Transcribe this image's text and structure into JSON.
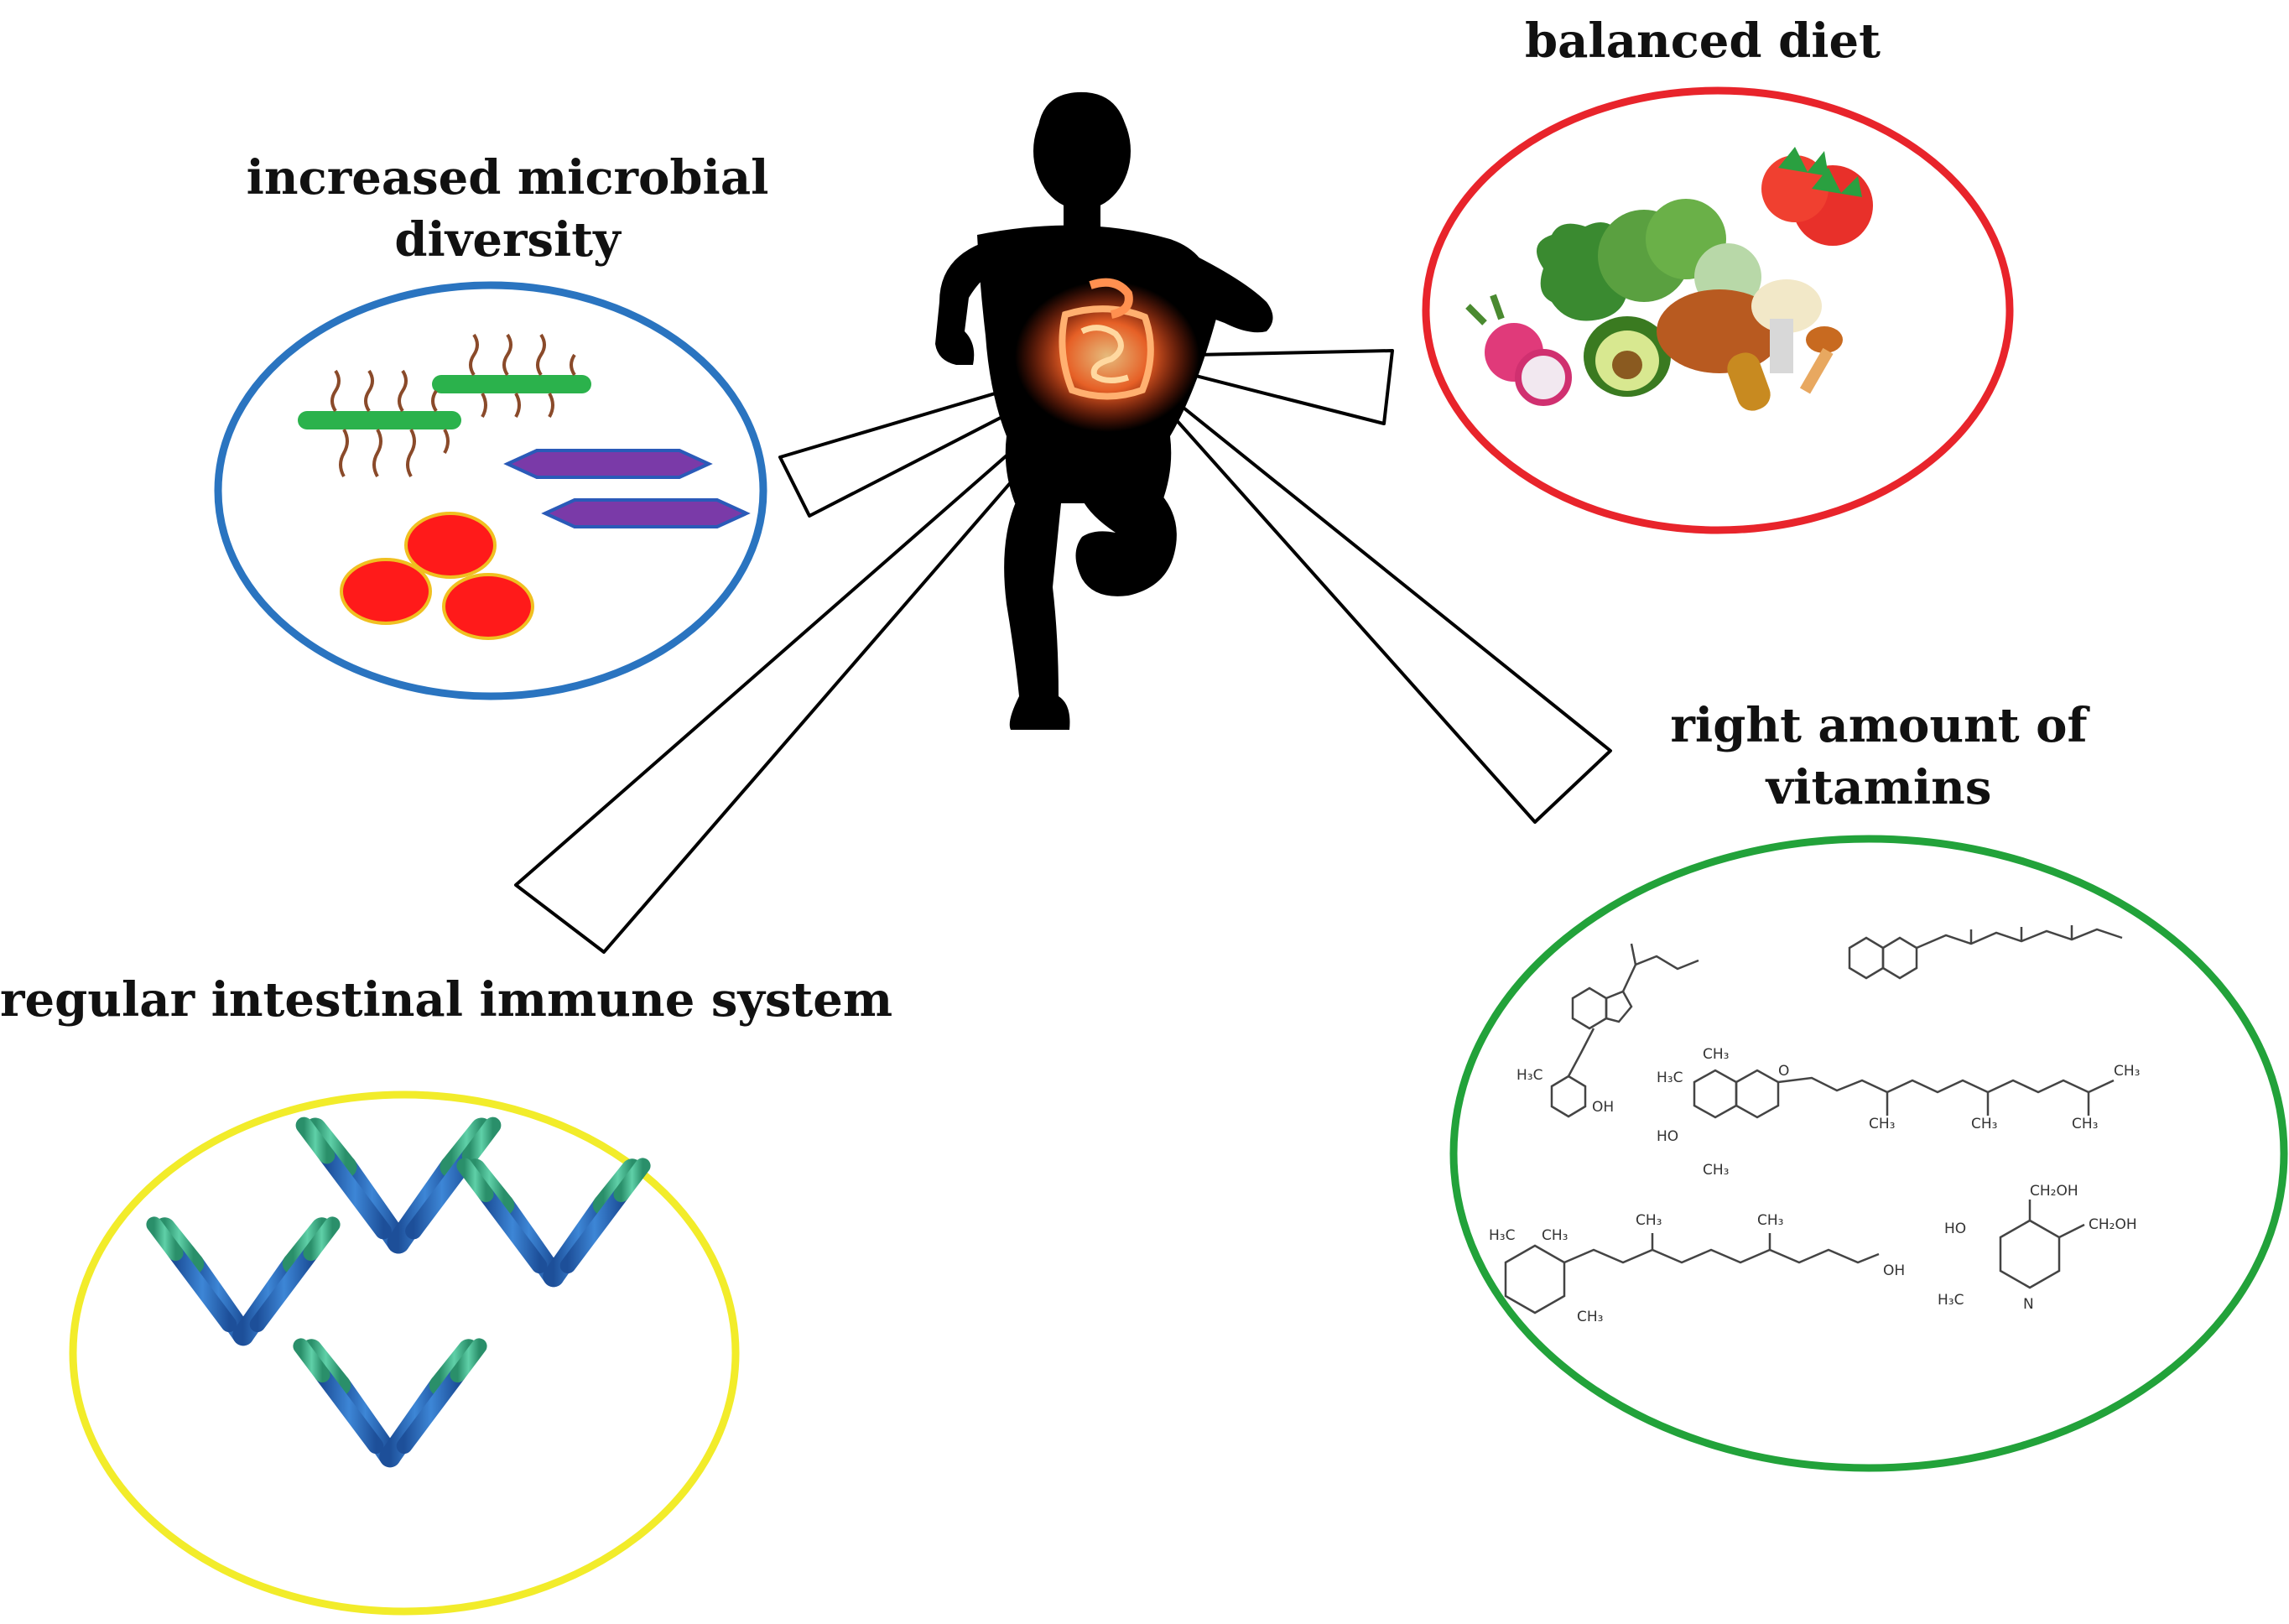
{
  "labels": {
    "balanced_diet": "balanced diet",
    "microbial_line1": "increased microbial",
    "microbial_line2": "diversity",
    "vitamins_line1": "right amount of",
    "vitamins_line2": "vitamins",
    "immune": "regular intestinal immune system"
  },
  "chem_labels": {
    "h3c": "H₃C",
    "ch3": "CH₃",
    "oh": "OH",
    "ho": "HO",
    "ch2oh": "CH₂OH",
    "n": "N",
    "o": "O"
  },
  "colors": {
    "diet_circle": "#e8242b",
    "microbial_circle": "#2a74c0",
    "vitamins_circle": "#22a23a",
    "immune_circle": "#f2ec2a",
    "silhouette": "#000000",
    "intestine_glow": "#ff6a2a",
    "bacteria_green": "#2bb24c",
    "flagella_brown": "#8a4a2a",
    "diamond_purple": "#7a3aa8",
    "diamond_edge": "#2a5ab8",
    "cocci_red": "#ff1a1a",
    "cocci_edge": "#f0c020",
    "antibody_blue": "#2f6fc0",
    "antibody_tip": "#3fae8a"
  },
  "icons": [
    "running-person-silhouette",
    "intestine-icon",
    "bacteria-icon",
    "food-icon",
    "antibody-icon",
    "molecule-icon"
  ]
}
